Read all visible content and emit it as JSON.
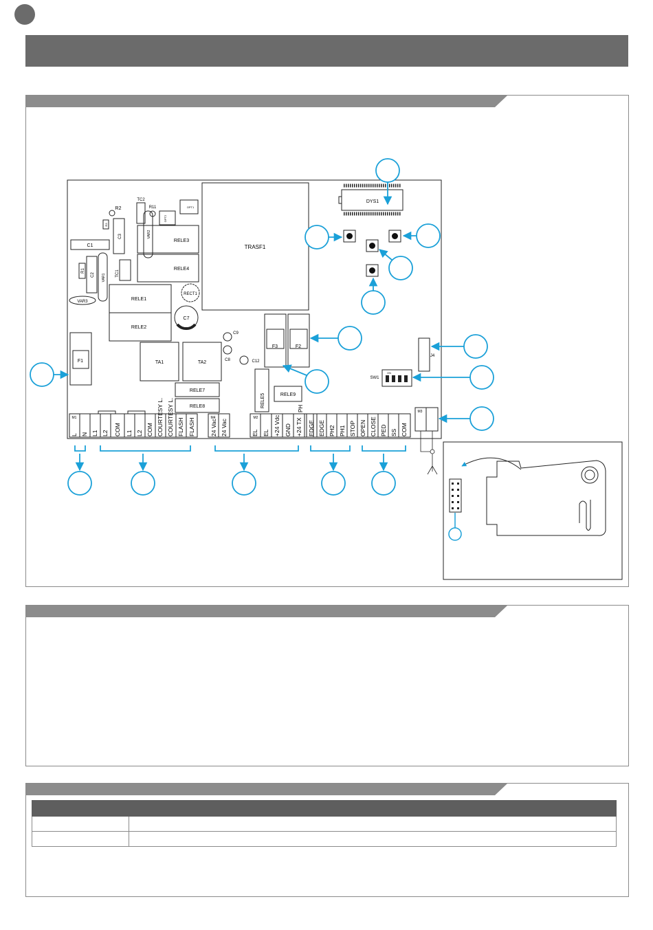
{
  "board": {
    "components": {
      "trasf1": "TRASF1",
      "dys1": "DYS1",
      "rele1": "RELE1",
      "rele2": "RELE2",
      "rele3": "RELE3",
      "rele4": "RELE4",
      "rele5": "RELE5",
      "rele7": "RELE7",
      "rele8": "RELE8",
      "rele9": "RELE9",
      "ta1": "TA1",
      "ta2": "TA2",
      "f1": "F1",
      "f2": "F2",
      "f3": "F3",
      "c1": "C1",
      "c2": "C2",
      "c3": "C3",
      "c7": "C7",
      "c8": "C8",
      "c9": "C9",
      "c12": "C12",
      "r1": "R1",
      "r2": "R2",
      "r11": "R11",
      "r3": "R3",
      "tc1": "TC1",
      "tc2": "TC2",
      "var1": "VAR1",
      "var2": "VAR2",
      "var3": "VAR3",
      "rect1": "RECT1",
      "opt1": "OPT1",
      "opt2": "OPT2",
      "j4": "J4",
      "sw1": "SW1",
      "sw1_on": "ON",
      "m1": "M1",
      "m2": "M2",
      "m3": "M3",
      "m4": "M4",
      "ph": "PH"
    },
    "terminals": [
      "L",
      "N",
      "L1",
      "L2",
      "COM",
      "L1",
      "L2",
      "COM",
      "COURTESY L.",
      "COURTESY L.",
      "FLASH",
      "FLASH",
      "24 Vac",
      "24 Vac",
      "EL",
      "EL",
      "+24 Vdc",
      "GND",
      "+24 TX",
      "EDGE",
      "EDGE",
      "PH2",
      "PH1",
      "STOP",
      "OPEN",
      "CLOSE",
      "PED",
      "SS",
      "COM"
    ]
  }
}
